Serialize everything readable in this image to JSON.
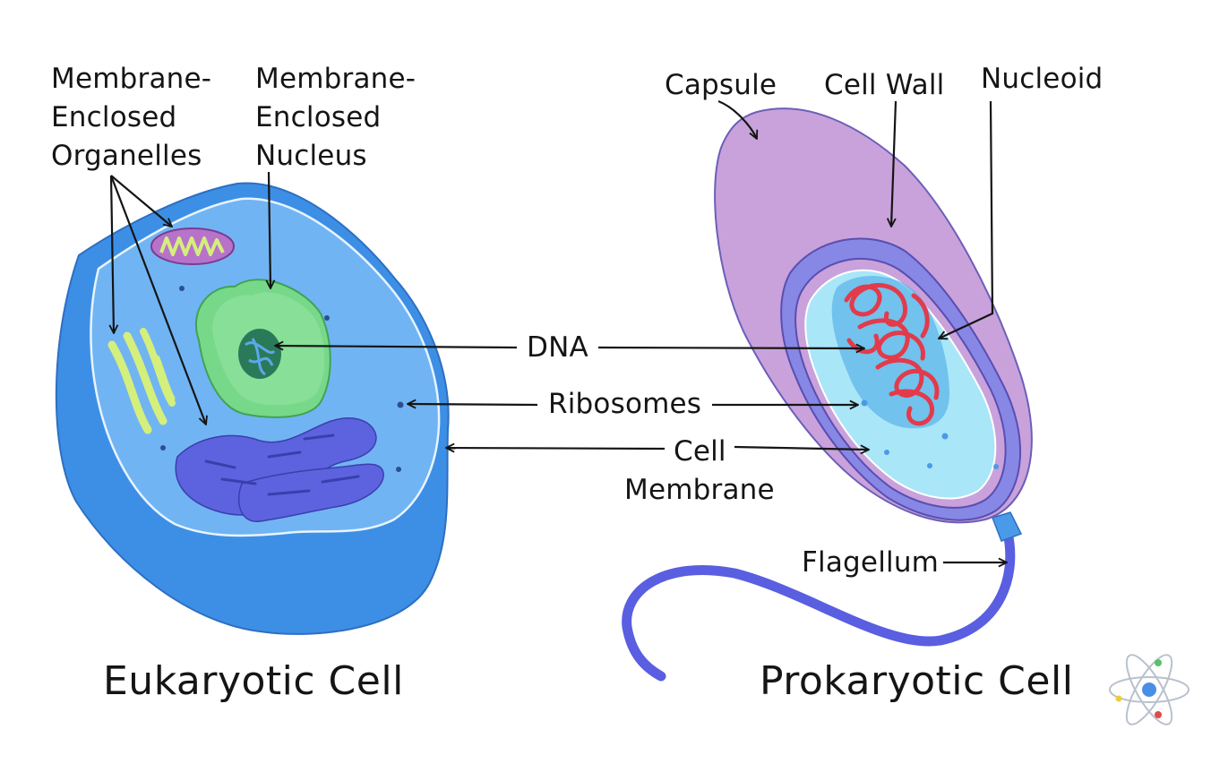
{
  "colors": {
    "euk_outer": "#3d8fe6",
    "euk_inner": "#71b4f3",
    "nucleus": "#78d889",
    "golgi": "#5d63de",
    "er": "#d4ef7c",
    "mito": "#b773c9",
    "capsule": "#c9a2dc",
    "wall": "#8787e6",
    "cytoplasm": "#a9e6f7",
    "dna_red": "#e23b4b",
    "flagellum": "#5a5ee0"
  },
  "labels": {
    "organelles": [
      "Membrane-",
      "Enclosed",
      "Organelles"
    ],
    "nucleus": [
      "Membrane-",
      "Enclosed",
      "Nucleus"
    ],
    "capsule": "Capsule",
    "cell_wall": "Cell Wall",
    "nucleoid": "Nucleoid",
    "dna": "DNA",
    "ribosomes": "Ribosomes",
    "cell_membrane": [
      "Cell",
      "Membrane"
    ],
    "flagellum": "Flagellum"
  },
  "titles": {
    "eukaryotic": "Eukaryotic Cell",
    "prokaryotic": "Prokaryotic Cell"
  },
  "icons": {
    "watermark": "atom-icon"
  }
}
